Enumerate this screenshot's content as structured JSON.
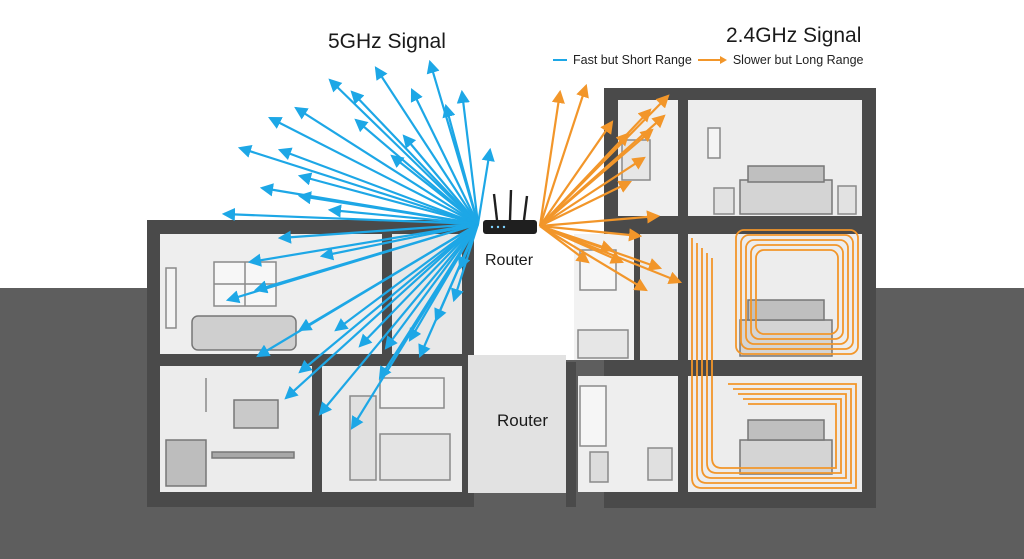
{
  "title_5ghz": "5GHz Signal",
  "title_24ghz": "2.4GHz Signal",
  "legend": {
    "fast_label": "Fast but Short Range",
    "slow_label": "Slower but Long Range"
  },
  "router_label_top": "Router",
  "router_label_bottom": "Router",
  "colors": {
    "signal_5ghz": "#1da7e6",
    "signal_24ghz": "#f2962a",
    "walls": "#4a4a4a",
    "ground": "#5e5e5e",
    "room_fill": "#eeeeee"
  }
}
